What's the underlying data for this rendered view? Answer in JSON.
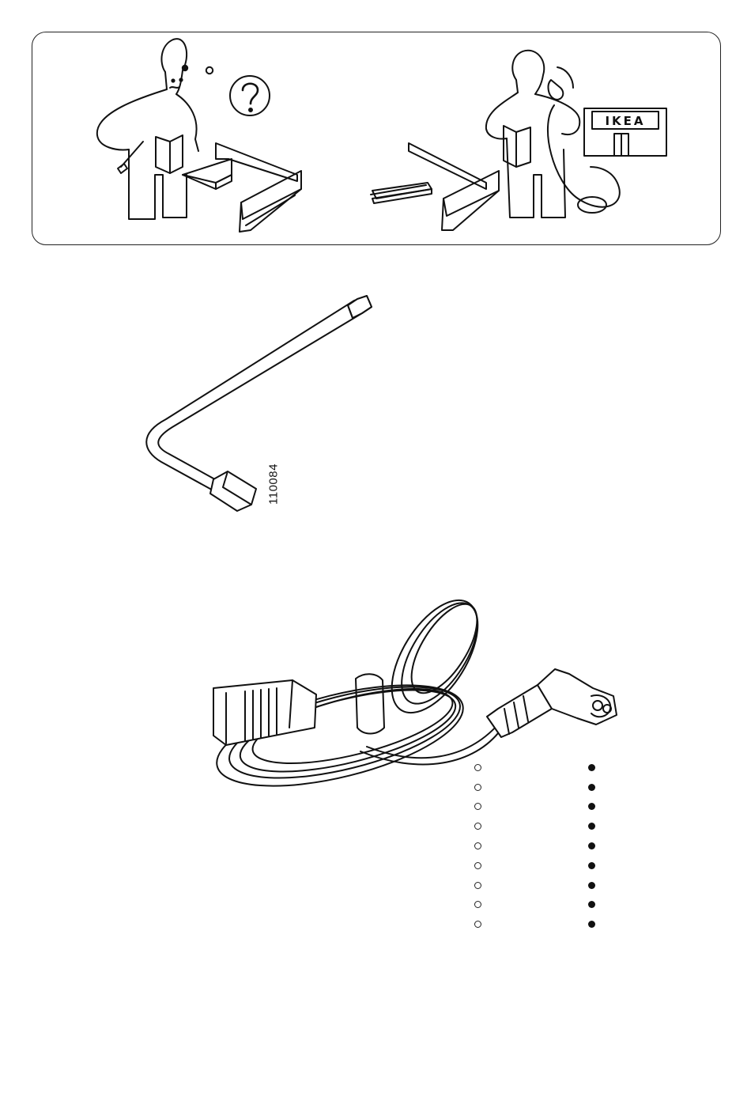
{
  "help_panel": {
    "question_icon": "question-mark-icon",
    "shop_sign_text": "IKEA"
  },
  "tools": {
    "allen_key": {
      "icon": "allen-key-icon",
      "part_number": "110084"
    },
    "power_cord": {
      "icon": "power-cord-icon"
    }
  },
  "markers": {
    "open_count": 9,
    "filled_count": 9
  }
}
